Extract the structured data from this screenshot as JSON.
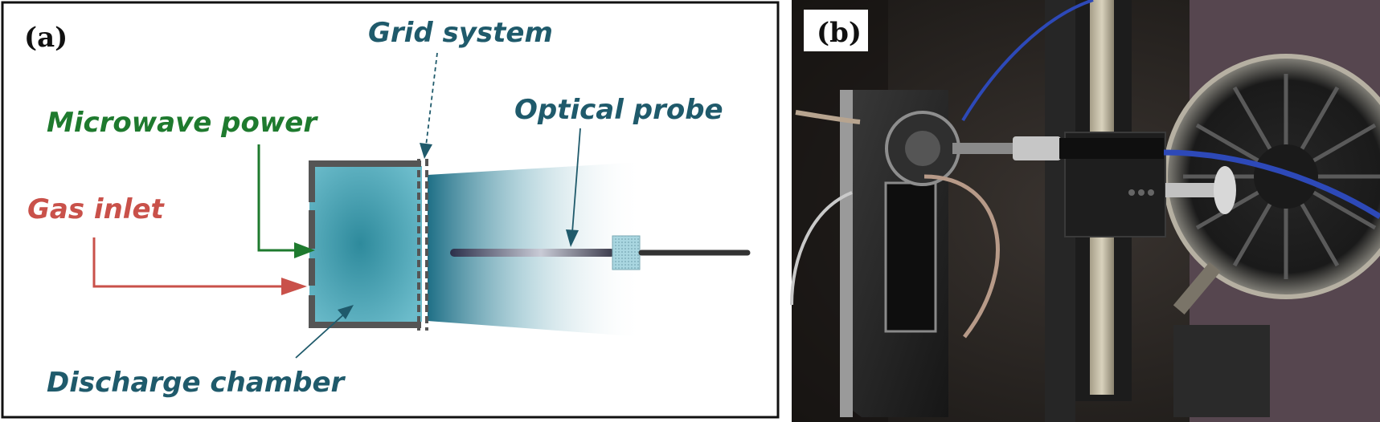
{
  "panel_a": {
    "tag": "(a)",
    "labels": {
      "grid_system": "Grid system",
      "microwave_power": "Microwave power",
      "optical_probe": "Optical probe",
      "gas_inlet": "Gas inlet",
      "discharge_chamber": "Discharge chamber"
    }
  },
  "panel_b": {
    "tag": "(b)"
  },
  "colors": {
    "teal_label": "#1f5a6b",
    "green_label": "#1e7a2e",
    "red_label": "#c9514a",
    "chamber_fill": "#3f9aab",
    "wall": "#555555",
    "frame": "#111111"
  }
}
